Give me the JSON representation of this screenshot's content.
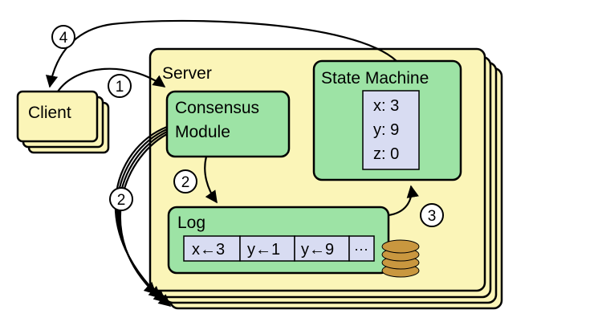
{
  "diagram": {
    "server_label": "Server",
    "client_label": "Client",
    "consensus_label_line1": "Consensus",
    "consensus_label_line2": "Module",
    "state_machine_label": "State Machine",
    "state_vars": [
      "x: 3",
      "y: 9",
      "z: 0"
    ],
    "log_label": "Log",
    "log_entries": [
      "x←3",
      "y←1",
      "y←9",
      "···"
    ],
    "steps": {
      "step_1": "1",
      "step_2_internal": "2",
      "step_2_replicate": "2",
      "step_3": "3",
      "step_4": "4"
    },
    "colors": {
      "server_fill": "#fbf5b8",
      "box_fill": "#9de3a5",
      "var_fill": "#d8dcf2",
      "disk_fill": "#c9973f",
      "stroke": "#000000"
    }
  }
}
